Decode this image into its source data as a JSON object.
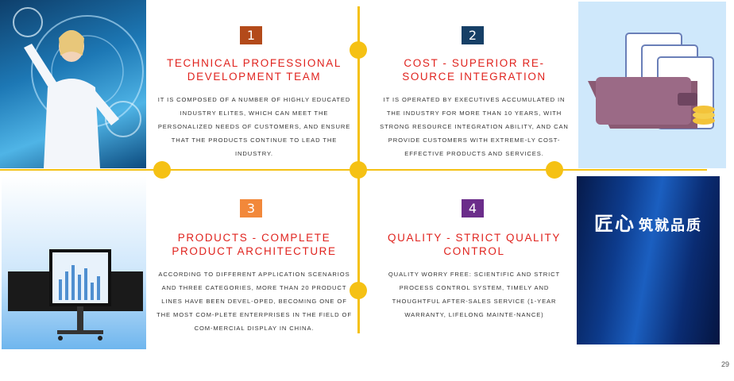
{
  "quadrants": [
    {
      "number": "1",
      "title_line1": "TECHNICAL PROFESSIONAL",
      "title_line2": "DEVELOPMENT TEAM",
      "body": "IT IS COMPOSED OF A NUMBER OF HIGHLY EDUCATED INDUSTRY ELITES, WHICH CAN MEET THE PERSONALIZED NEEDS OF CUSTOMERS, AND ENSURE THAT THE PRODUCTS CONTINUE TO LEAD THE INDUSTRY."
    },
    {
      "number": "2",
      "title_line1": "COST - SUPERIOR RE-",
      "title_line2": "SOURCE INTEGRATION",
      "body": "IT IS OPERATED BY EXECUTIVES ACCUMULATED IN THE INDUSTRY FOR MORE THAN 10 YEARS, WITH STRONG RESOURCE INTEGRATION ABILITY, AND CAN PROVIDE CUSTOMERS WITH EXTREME-LY COST-EFFECTIVE PRODUCTS AND SERVICES."
    },
    {
      "number": "3",
      "title_line1": "PRODUCTS - COMPLETE",
      "title_line2": "PRODUCT ARCHITECTURE",
      "body": "ACCORDING TO DIFFERENT APPLICATION SCENARIOS AND THREE CATEGORIES, MORE THAN 20 PRODUCT LINES HAVE BEEN DEVEL-OPED, BECOMING ONE OF THE MOST COM-PLETE ENTERPRISES IN THE FIELD OF COM-MERCIAL DISPLAY IN CHINA."
    },
    {
      "number": "4",
      "title_line1": "QUALITY - STRICT QUALITY",
      "title_line2": "CONTROL",
      "body": "QUALITY WORRY FREE: SCIENTIFIC AND STRICT PROCESS CONTROL SYSTEM, TIMELY AND THOUGHTFUL AFTER-SALES SERVICE (1-YEAR WARRANTY, LIFELONG MAINTE-NANCE)"
    }
  ],
  "quality_image": {
    "brand_text": "匠心",
    "brand_text_small": "筑就品质"
  },
  "page_number": "29",
  "colors": {
    "accent_line": "#f5c114",
    "title_red": "#e0231e",
    "badge_1": "#b34a1a",
    "badge_2": "#163f66",
    "badge_3": "#f2883a",
    "badge_4": "#6b2d8a"
  }
}
